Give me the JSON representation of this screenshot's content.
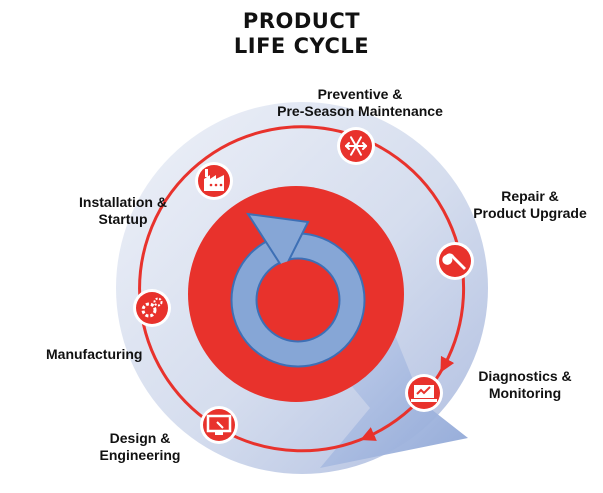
{
  "title": {
    "line1": "PRODUCT",
    "line2": "LIFE CYCLE"
  },
  "colors": {
    "accent_red": "#e8322c",
    "ring_blue": "#c9d3ea",
    "arrow_blue": "#86a6d6",
    "arrow_outline": "#3d6fb5"
  },
  "stages": [
    {
      "id": "preventive",
      "line1": "Preventive &",
      "line2": "Pre-Season Maintenance",
      "icon": "snowflake-icon"
    },
    {
      "id": "repair",
      "line1": "Repair &",
      "line2": "Product Upgrade",
      "icon": "wrench-icon"
    },
    {
      "id": "diagnostics",
      "line1": "Diagnostics &",
      "line2": "Monitoring",
      "icon": "laptop-chart-icon"
    },
    {
      "id": "design",
      "line1": "Design &",
      "line2": "Engineering",
      "icon": "monitor-icon"
    },
    {
      "id": "manufacturing",
      "line1": "Manufacturing",
      "line2": "",
      "icon": "gears-icon"
    },
    {
      "id": "installation",
      "line1": "Installation &",
      "line2": "Startup",
      "icon": "factory-icon"
    }
  ]
}
